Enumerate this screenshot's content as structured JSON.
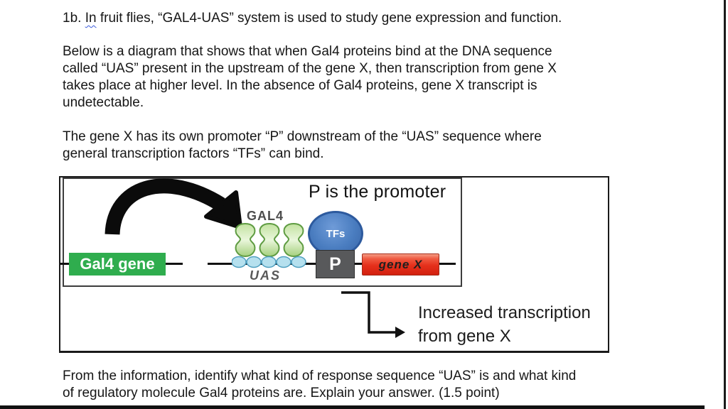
{
  "question": {
    "number_prefix": "1b. ",
    "misspelled_word": "In",
    "intro_rest": " fruit flies, “GAL4-UAS” system is used to study gene expression and function.",
    "paragraph2": [
      "Below is a diagram that shows that when Gal4 proteins bind at the DNA sequence",
      "called “UAS” present in the upstream of the gene X, then transcription from gene X",
      "takes place at higher level. In the absence of Gal4 proteins, gene X transcript is",
      "undetectable."
    ],
    "paragraph3": [
      "The gene X has its own promoter “P” downstream of the “UAS” sequence where",
      "general transcription factors “TFs” can bind."
    ],
    "paragraph4": [
      "From the information, identify what kind of response sequence “UAS” is and what kind",
      "of regulatory molecule Gal4 proteins are. Explain your answer. (1.5 point)"
    ]
  },
  "diagram": {
    "promoter_note": "P is the promoter",
    "gal4_protein_label": "GAL4",
    "uas_label": "UAS",
    "gal4_gene_label": "Gal4 gene",
    "tfs_label": "TFs",
    "promoter_box_label": "P",
    "gene_x_label": "gene X",
    "result_text_line1": "Increased transcription",
    "result_text_line2": "from gene X",
    "icons": {
      "curved_arrow": "curved-arrow-icon",
      "transcription_arrow": "transcription-bent-arrow-icon",
      "gal4_proteins": "gal4-protein-icon",
      "uas_sites": "uas-binding-sites-icon"
    },
    "colors": {
      "gal4_gene_box": "#2fad4e",
      "gal4_protein_fill": "#c2e2a0",
      "gal4_protein_border": "#5f9c42",
      "uas_site_fill": "#b5e0ee",
      "uas_site_border": "#4f9fc0",
      "tfs_fill": "#4a7dc0",
      "tfs_border": "#2d5a9e",
      "promoter_box": "#58595b",
      "gene_x_box": "#e5301b",
      "arrow": "#111111"
    }
  }
}
